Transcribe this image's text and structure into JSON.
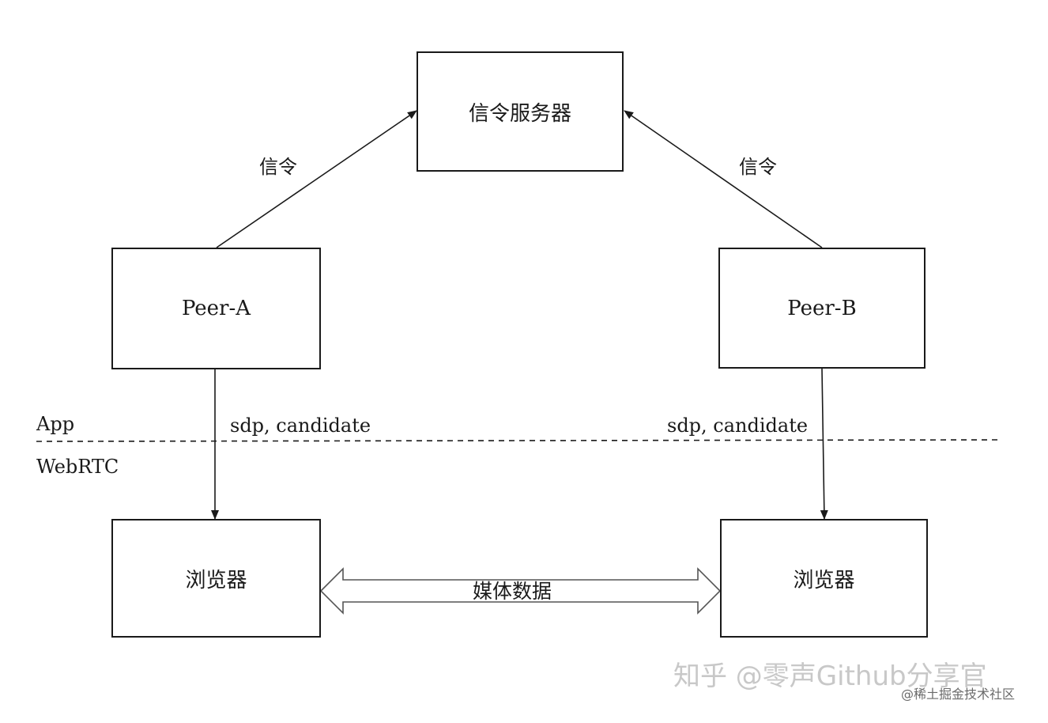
{
  "nodes": {
    "signaling_server": "信令服务器",
    "peer_a": "Peer-A",
    "peer_b": "Peer-B",
    "browser_left": "浏览器",
    "browser_right": "浏览器"
  },
  "edges": {
    "signal_left": "信令",
    "signal_right": "信令",
    "sdp_left": "sdp, candidate",
    "sdp_right": "sdp, candidate",
    "media": "媒体数据"
  },
  "layers": {
    "app": "App",
    "webrtc": "WebRTC"
  },
  "watermark": {
    "main": "知乎 @零声Github分享官",
    "sub": "@稀土掘金技术社区"
  }
}
